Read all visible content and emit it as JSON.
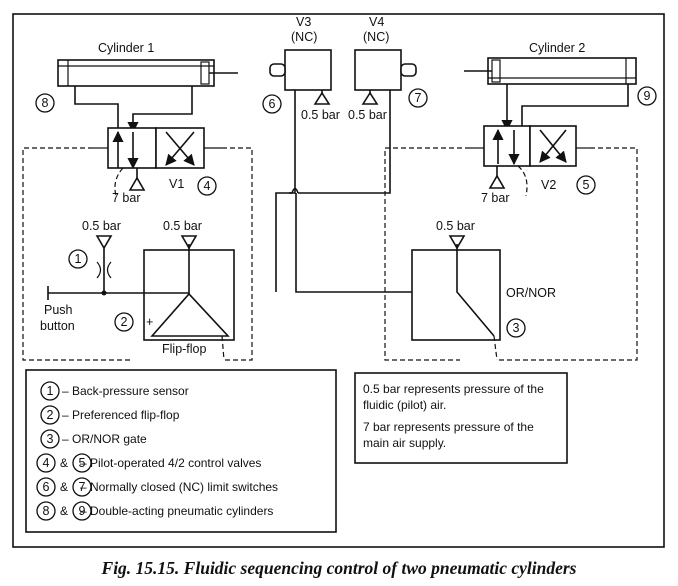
{
  "figure": {
    "caption": "Fig. 15.15. Fluidic sequencing control of two pneumatic cylinders"
  },
  "labels": {
    "cylinder1": "Cylinder 1",
    "cylinder2": "Cylinder 2",
    "v3": "V3",
    "v4": "V4",
    "nc": "(NC)",
    "v1": "V1",
    "v2": "V2",
    "bar05": "0.5 bar",
    "bar7": "7 bar",
    "push": "Push",
    "button": "button",
    "flipflop": "Flip-flop",
    "ornor": "OR/NOR",
    "plus": "+"
  },
  "callouts": {
    "n1": "1",
    "n2": "2",
    "n3": "3",
    "n4": "4",
    "n5": "5",
    "n6": "6",
    "n7": "7",
    "n8": "8",
    "n9": "9"
  },
  "legend": [
    {
      "nums": [
        "1"
      ],
      "sep": "",
      "text": "–  Back-pressure sensor"
    },
    {
      "nums": [
        "2"
      ],
      "sep": "",
      "text": "–  Preferenced flip-flop"
    },
    {
      "nums": [
        "3"
      ],
      "sep": "",
      "text": "–  OR/NOR gate"
    },
    {
      "nums": [
        "4",
        "5"
      ],
      "sep": "&",
      "text": "–  Pilot-operated 4/2 control valves"
    },
    {
      "nums": [
        "6",
        "7"
      ],
      "sep": "&",
      "text": "–  Normally closed (NC) limit switches"
    },
    {
      "nums": [
        "8",
        "9"
      ],
      "sep": "&",
      "text": "–  Double-acting pneumatic cylinders"
    }
  ],
  "notes": {
    "line1": "0.5 bar represents pressure of the",
    "line2": "fluidic (pilot) air.",
    "line3": "7 bar represents pressure of the",
    "line4": "main air supply."
  }
}
